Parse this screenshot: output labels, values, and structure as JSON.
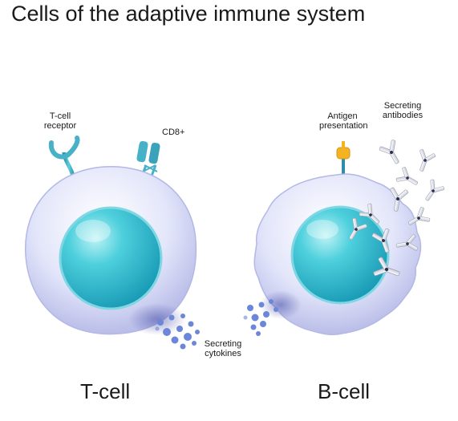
{
  "title": "Cells of the adaptive immune system",
  "t_cell": {
    "name": "T-cell",
    "receptor_label": [
      "T-cell",
      "receptor"
    ],
    "cd8_label": "CD8+"
  },
  "secreting_cytokines_label": [
    "Secreting",
    "cytokines"
  ],
  "b_cell": {
    "name": "B-cell",
    "antigen_label": [
      "Antigen",
      "presentation"
    ],
    "antibodies_label": [
      "Secreting",
      "antibodies"
    ]
  },
  "colors": {
    "cell_body": "#dde0f6",
    "cell_edge": "#a9aee0",
    "nucleus": "#3fc3d3",
    "receptor": "#47b1c7",
    "antigen": "#f3b323",
    "cytokine": "#6c86da"
  }
}
